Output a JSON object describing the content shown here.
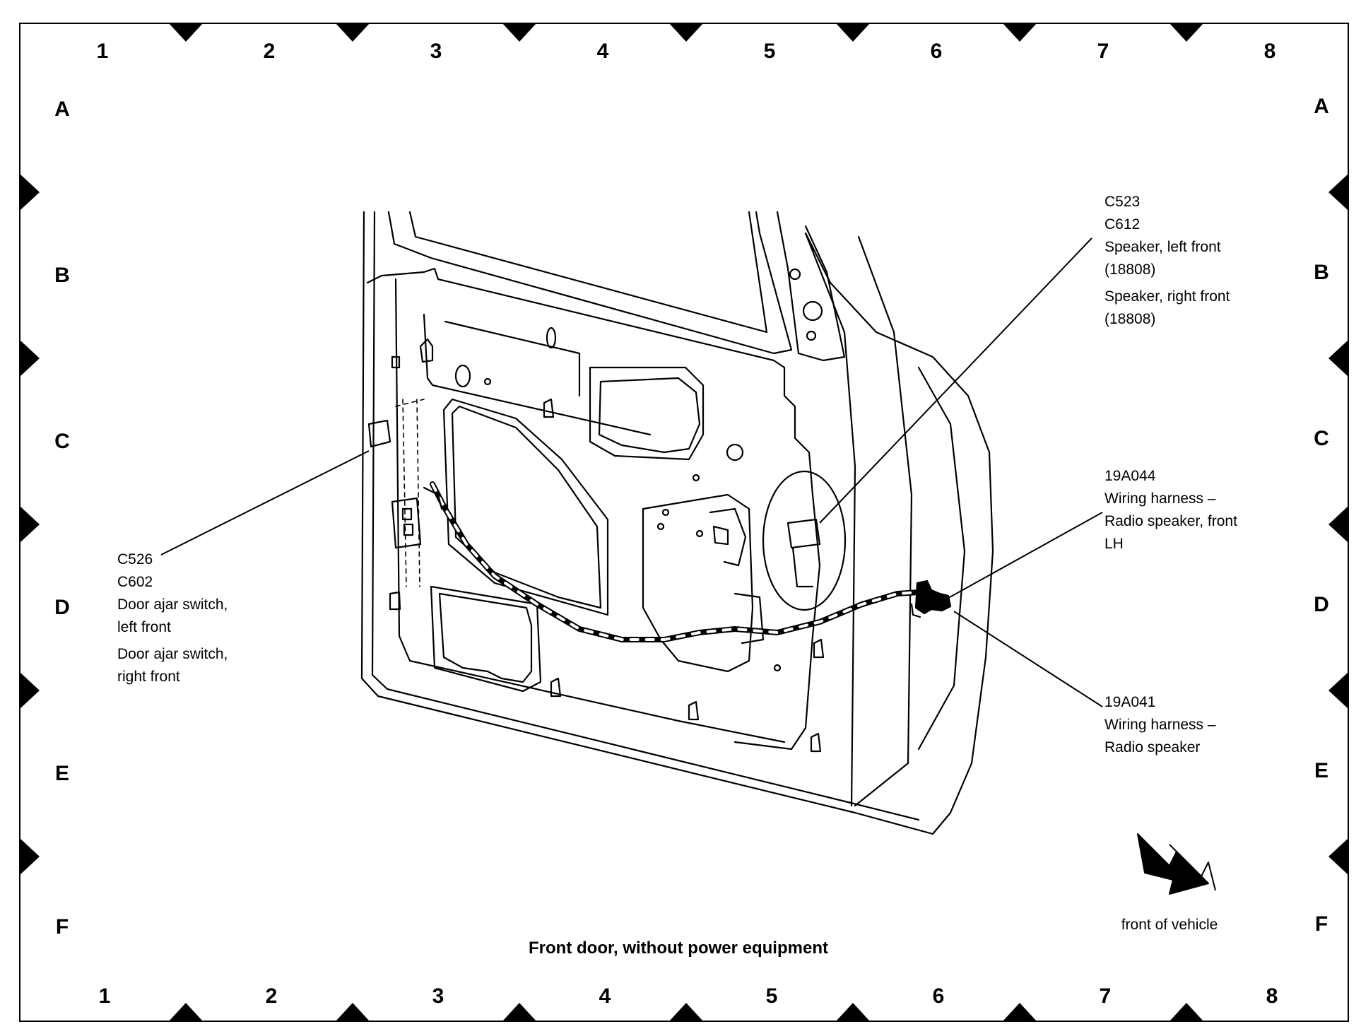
{
  "grid": {
    "columns": [
      "1",
      "2",
      "3",
      "4",
      "5",
      "6",
      "7",
      "8"
    ],
    "rows": [
      "A",
      "B",
      "C",
      "D",
      "E",
      "F"
    ]
  },
  "callouts": {
    "speaker": {
      "connector_1": "C523",
      "connector_2": "C612",
      "desc_1a": "Speaker, left front",
      "desc_1b": "(18808)",
      "desc_2a": "Speaker, right front",
      "desc_2b": "(18808)"
    },
    "harness_front": {
      "code": "19A044",
      "line_1": "Wiring harness –",
      "line_2": "Radio speaker, front",
      "line_3": "LH"
    },
    "harness": {
      "code": "19A041",
      "line_1": "Wiring harness –",
      "line_2": "Radio speaker"
    },
    "door_ajar": {
      "connector_1": "C526",
      "connector_2": "C602",
      "desc_1a": "Door ajar switch,",
      "desc_1b": "left front",
      "desc_2a": "Door ajar switch,",
      "desc_2b": "right front"
    }
  },
  "caption": "Front door, without power equipment",
  "front_of_vehicle": "front of vehicle",
  "icons": [
    "front-of-vehicle-arrow-icon",
    "grid-marker-triangle-icon"
  ],
  "colors": {
    "ink": "#000000",
    "background": "#ffffff"
  }
}
